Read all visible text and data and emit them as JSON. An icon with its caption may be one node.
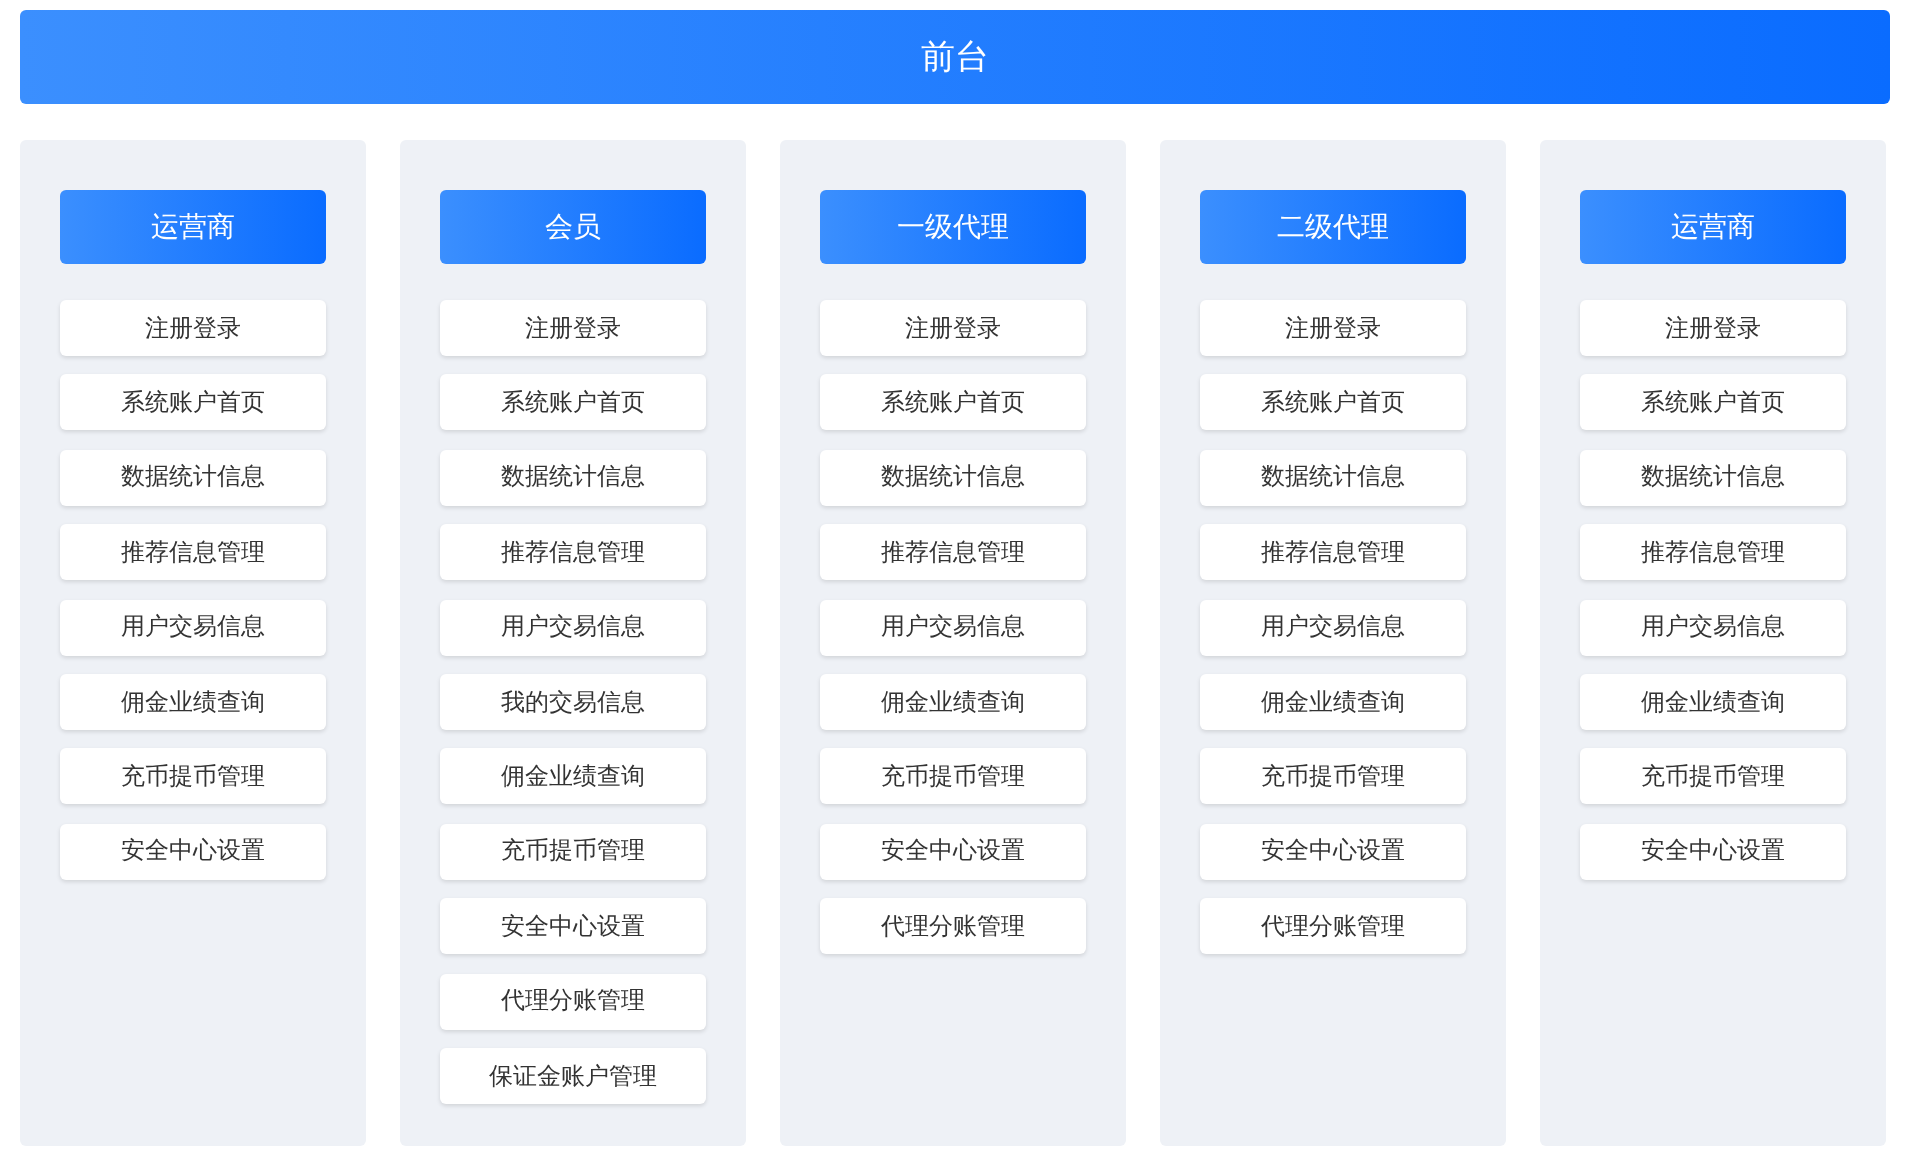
{
  "diagram": {
    "nodes": [
      {
        "text": [
          "前台"
        ]
      },
      {
        "text": [],
        "shape": "box"
      },
      {
        "text": [
          "运营商"
        ],
        "in": 1
      },
      {
        "text": [
          "注册登录"
        ],
        "in": 1
      },
      {
        "text": [
          "系统账户首页"
        ],
        "in": 1
      },
      {
        "text": [
          "数据统计信息"
        ],
        "in": 1
      },
      {
        "text": [
          "推荐信息管理"
        ],
        "in": 1
      },
      {
        "text": [
          "用户交易信息"
        ],
        "in": 1
      },
      {
        "text": [
          "佣金业绩查询"
        ],
        "in": 1
      },
      {
        "text": [
          "充币提币管理"
        ],
        "in": 1
      },
      {
        "text": [
          "安全中心设置"
        ],
        "in": 1
      },
      {
        "text": [],
        "shape": "box"
      },
      {
        "text": [
          "会员"
        ],
        "in": 11
      },
      {
        "text": [
          "注册登录"
        ],
        "in": 11
      },
      {
        "text": [
          "系统账户首页"
        ],
        "in": 11
      },
      {
        "text": [
          "数据统计信息"
        ],
        "in": 11
      },
      {
        "text": [
          "推荐信息管理"
        ],
        "in": 11
      },
      {
        "text": [
          "用户交易信息"
        ],
        "in": 11
      },
      {
        "text": [
          "我的交易信息"
        ],
        "in": 11
      },
      {
        "text": [
          "佣金业绩查询"
        ],
        "in": 11
      },
      {
        "text": [
          "充币提币管理"
        ],
        "in": 11
      },
      {
        "text": [
          "安全中心设置"
        ],
        "in": 11
      },
      {
        "text": [
          "代理分账管理"
        ],
        "in": 11
      },
      {
        "text": [
          "保证金账户管理"
        ],
        "in": 11
      },
      {
        "text": [],
        "shape": "box"
      },
      {
        "text": [
          "一级代理"
        ],
        "in": 24
      },
      {
        "text": [
          "注册登录"
        ],
        "in": 24
      },
      {
        "text": [
          "系统账户首页"
        ],
        "in": 24
      },
      {
        "text": [
          "数据统计信息"
        ],
        "in": 24
      },
      {
        "text": [
          "推荐信息管理"
        ],
        "in": 24
      },
      {
        "text": [
          "用户交易信息"
        ],
        "in": 24
      },
      {
        "text": [
          "佣金业绩查询"
        ],
        "in": 24
      },
      {
        "text": [
          "充币提币管理"
        ],
        "in": 24
      },
      {
        "text": [
          "安全中心设置"
        ],
        "in": 24
      },
      {
        "text": [
          "代理分账管理"
        ],
        "in": 24
      },
      {
        "text": [],
        "shape": "box"
      },
      {
        "text": [
          "二级代理"
        ],
        "in": 35
      },
      {
        "text": [
          "注册登录"
        ],
        "in": 35
      },
      {
        "text": [
          "系统账户首页"
        ],
        "in": 35
      },
      {
        "text": [
          "数据统计信息"
        ],
        "in": 35
      },
      {
        "text": [
          "推荐信息管理"
        ],
        "in": 35
      },
      {
        "text": [
          "用户交易信息"
        ],
        "in": 35
      },
      {
        "text": [
          "佣金业绩查询"
        ],
        "in": 35
      },
      {
        "text": [
          "充币提币管理"
        ],
        "in": 35
      },
      {
        "text": [
          "安全中心设置"
        ],
        "in": 35
      },
      {
        "text": [
          "代理分账管理"
        ],
        "in": 35
      },
      {
        "text": [],
        "shape": "box"
      },
      {
        "text": [
          "运营商"
        ],
        "in": 46
      },
      {
        "text": [
          "注册登录"
        ],
        "in": 46
      },
      {
        "text": [
          "系统账户首页"
        ],
        "in": 46
      },
      {
        "text": [
          "数据统计信息"
        ],
        "in": 46
      },
      {
        "text": [
          "推荐信息管理"
        ],
        "in": 46
      },
      {
        "text": [
          "用户交易信息"
        ],
        "in": 46
      },
      {
        "text": [
          "佣金业绩查询"
        ],
        "in": 46
      },
      {
        "text": [
          "充币提币管理"
        ],
        "in": 46
      },
      {
        "text": [
          "安全中心设置"
        ],
        "in": 46
      }
    ],
    "edges": []
  }
}
